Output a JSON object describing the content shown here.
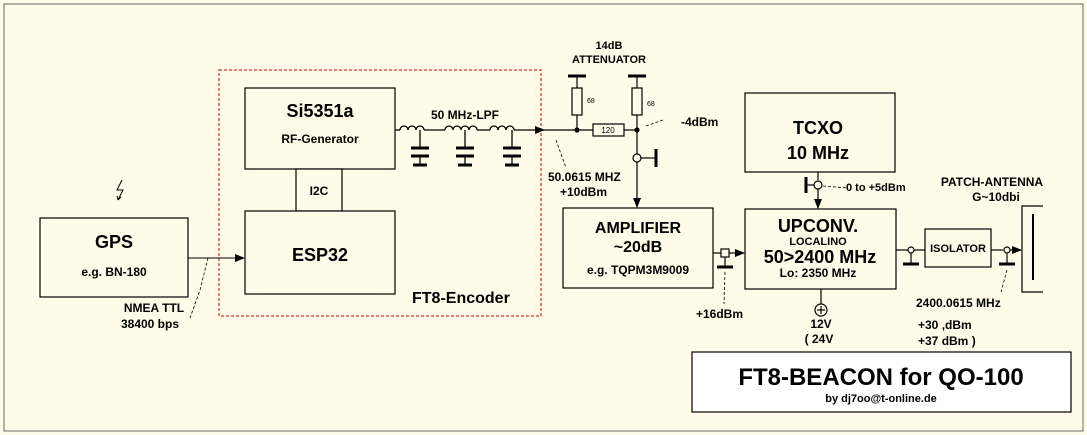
{
  "blocks": {
    "gps": {
      "title": "GPS",
      "subtitle": "e.g. BN-180"
    },
    "si5351": {
      "title": "Si5351a",
      "subtitle": "RF-Generator"
    },
    "esp32": {
      "title": "ESP32"
    },
    "i2c": {
      "label": "I2C"
    },
    "encoder": {
      "label": "FT8-Encoder"
    },
    "tcxo": {
      "title": "TCXO",
      "subtitle": "10 MHz"
    },
    "amplifier": {
      "title": "AMPLIFIER",
      "gain": "~20dB",
      "part": "e.g. TQPM3M9009"
    },
    "upconverter": {
      "title": "UPCONV.",
      "name": "LOCALINO",
      "range": "50>2400 MHz",
      "lo": "Lo: 2350 MHz"
    },
    "isolator": {
      "title": "ISOLATOR"
    }
  },
  "labels": {
    "nmea_line1": "NMEA TTL",
    "nmea_line2": "38400 bps",
    "lpf": "50 MHz-LPF",
    "attenuator_line1": "14dB",
    "attenuator_line2": "ATTENUATOR",
    "res68_a": "68",
    "res68_b": "68",
    "res120": "120",
    "att_out": "-4dBm",
    "rf_freq": "50.0615 MHZ",
    "rf_level": "+10dBm",
    "lo_level": "0 to +5dBm",
    "amp_out": "+16dBm",
    "supply_line1": "12V",
    "supply_line2": "( 24V",
    "antenna_line1": "PATCH-ANTENNA",
    "antenna_line2": "G~10dbi",
    "out_freq": "2400.0615 MHz",
    "out_level1": "+30 ,dBm",
    "out_level2": "+37 dBm  )"
  },
  "title_box": {
    "title": "FT8-BEACON for QO-100",
    "author": "by dj7oo@t-online.de"
  }
}
